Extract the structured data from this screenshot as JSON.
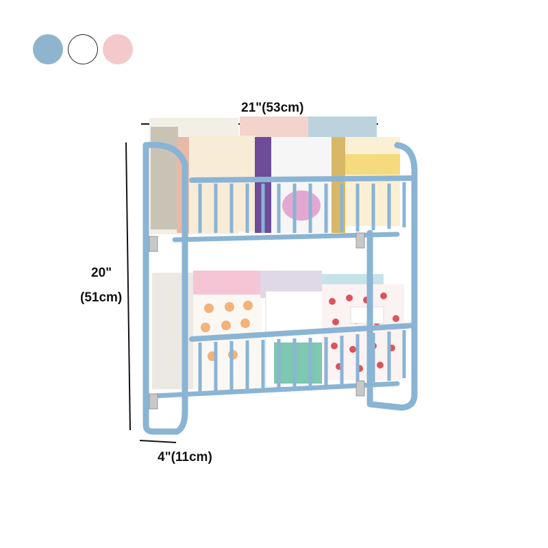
{
  "color_options": [
    {
      "name": "blue",
      "hex": "#8fb4cd",
      "border": "none"
    },
    {
      "name": "white",
      "hex": "#ffffff",
      "border": "#222222"
    },
    {
      "name": "pink",
      "hex": "#f4c9cc",
      "border": "none"
    }
  ],
  "dimensions": {
    "width_label": "21\"(53cm)",
    "height_label_in": "20\"",
    "height_label_cm": "(51cm)",
    "depth_label": "4\"(11cm)"
  },
  "product": {
    "frame_color": "#8ab4d4",
    "shelves": 2
  }
}
